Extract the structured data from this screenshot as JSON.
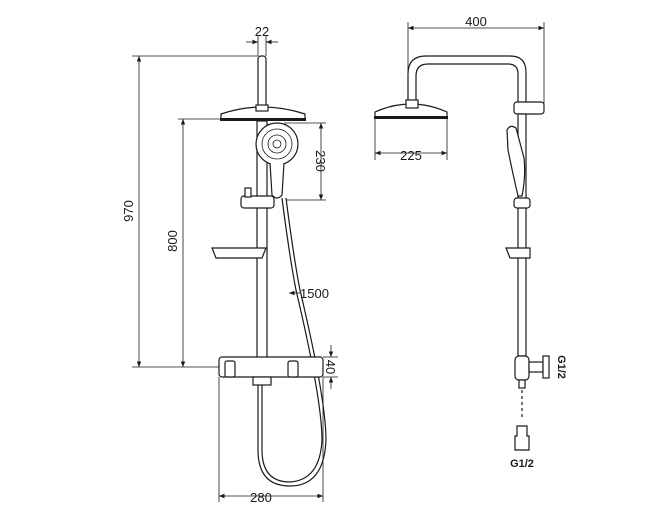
{
  "dimensions": {
    "pipe_diameter": "22",
    "total_height": "970",
    "overhead_height": "800",
    "handshower_length": "230",
    "hose_length": "1500",
    "valve_height": "40",
    "valve_width": "280",
    "arm_reach": "400",
    "head_diameter": "225",
    "inlet_side": "G1/2",
    "inlet_bottom": "G1/2"
  }
}
